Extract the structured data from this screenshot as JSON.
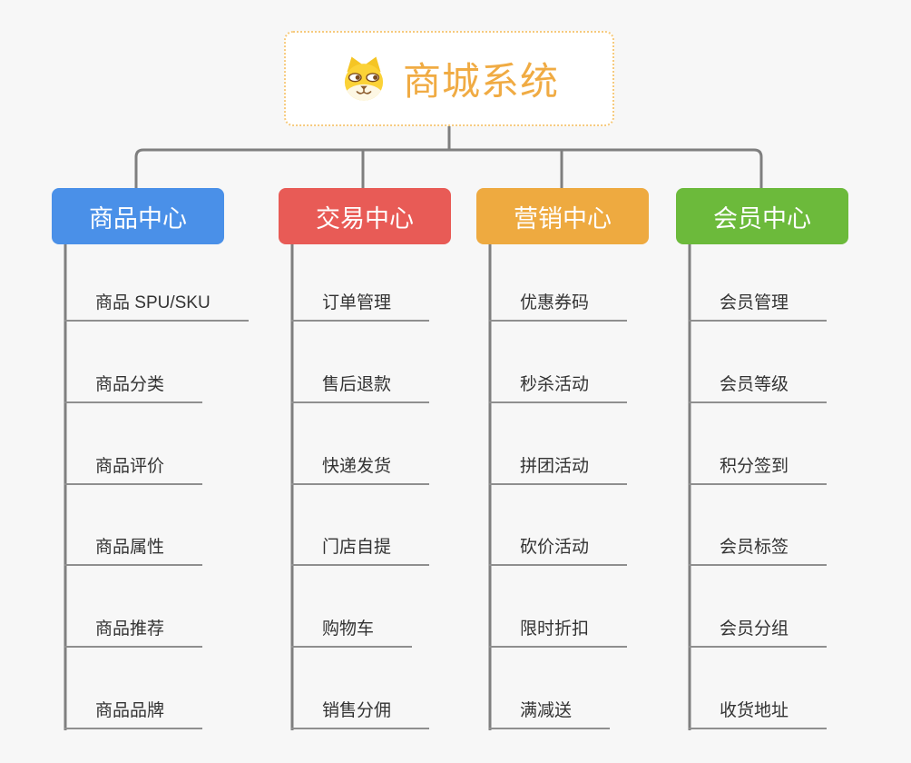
{
  "root": {
    "title": "商城系统",
    "icon": "dog-face-icon",
    "title_color": "#f0ab43",
    "border_color": "#f6ca7d"
  },
  "branches": [
    {
      "label": "商品中心",
      "color": "#4a90e8",
      "items": [
        "商品 SPU/SKU",
        "商品分类",
        "商品评价",
        "商品属性",
        "商品推荐",
        "商品品牌"
      ]
    },
    {
      "label": "交易中心",
      "color": "#e85b56",
      "items": [
        "订单管理",
        "售后退款",
        "快递发货",
        "门店自提",
        "购物车",
        "销售分佣"
      ]
    },
    {
      "label": "营销中心",
      "color": "#eeaa40",
      "items": [
        "优惠券码",
        "秒杀活动",
        "拼团活动",
        "砍价活动",
        "限时折扣",
        "满减送"
      ]
    },
    {
      "label": "会员中心",
      "color": "#6cba3b",
      "items": [
        "会员管理",
        "会员等级",
        "积分签到",
        "会员标签",
        "会员分组",
        "收货地址"
      ]
    }
  ],
  "colors": {
    "line": "#7f7f7f",
    "underline": "#8f8f8f",
    "background": "#f7f7f7",
    "item_text": "#333333"
  }
}
